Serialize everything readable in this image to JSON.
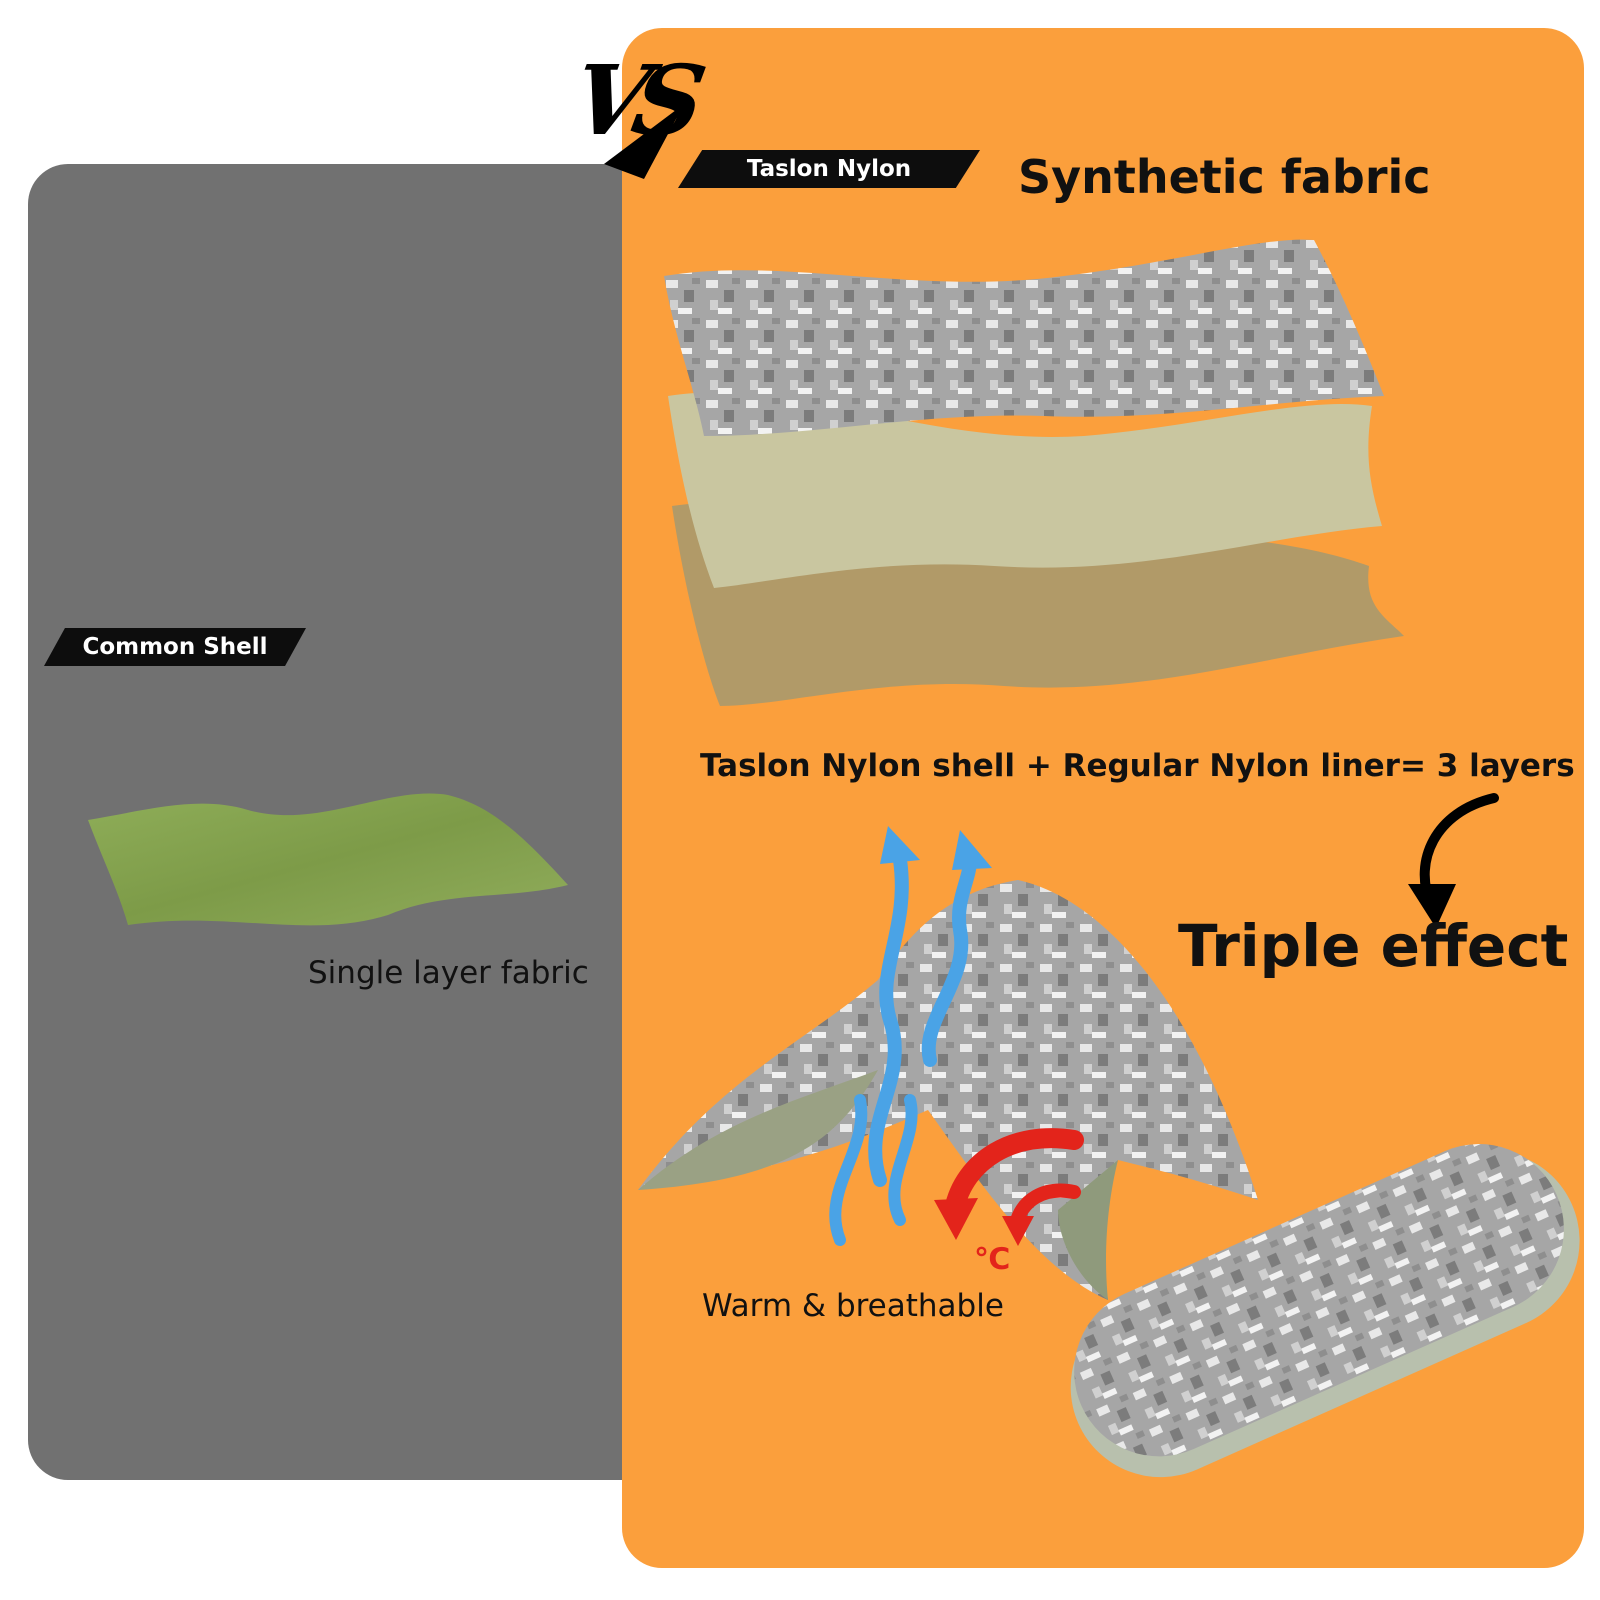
{
  "vs_label": "VS",
  "left": {
    "tag": "Common Shell",
    "caption": "Single layer fabric"
  },
  "right": {
    "tag": "Taslon Nylon",
    "heading": "Synthetic fabric",
    "layers_caption": "Taslon Nylon shell + Regular Nylon liner= 3 layers",
    "effect_label": "Triple effect",
    "temp_symbol": "℃",
    "warm_caption": "Warm & breathable"
  },
  "colors": {
    "left_panel": "#717171",
    "right_panel": "#fb9f3c",
    "camo_gray": "#a6a6a6",
    "khaki_layer": "#c9c6a0",
    "tan_layer": "#b19a68",
    "green_fabric": "#86a34f",
    "airflow_blue": "#4aa3e6",
    "heat_red": "#e3241b"
  },
  "icons": [
    "airflow-arrow-icon",
    "heat-arrow-icon",
    "curved-arrow-icon"
  ]
}
